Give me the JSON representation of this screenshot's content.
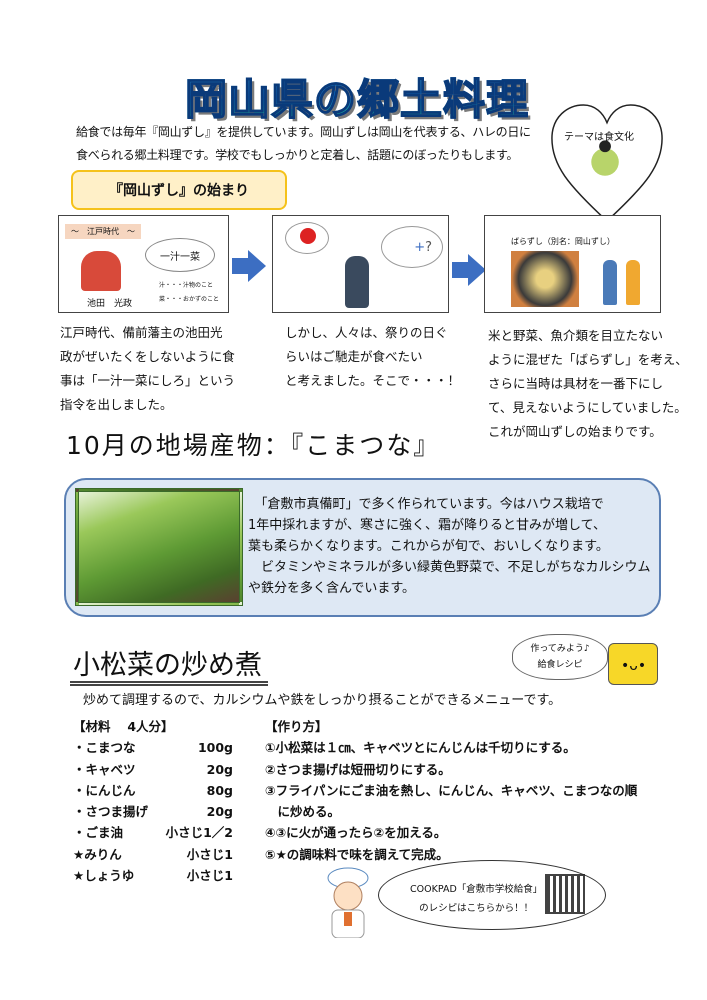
{
  "title": "岡山県の郷土料理",
  "intro": [
    "給食では毎年『岡山ずし』を提供しています。岡山ずしは岡山を代表する、ハレの日に",
    "食べられる郷土料理です。学校でもしっかりと定着し、話題にのぼったりもします。"
  ],
  "theme_badge": "テーマは食文化",
  "section1": {
    "heading": "『岡山ずし』の始まり",
    "panels": [
      {
        "era": "〜　江戸時代　〜",
        "name": "池田　光政",
        "speech": "一汁一菜",
        "notes": [
          "汁・・・汁物のこと",
          "菜・・・おかずのこと"
        ]
      },
      {
        "thought": "?"
      },
      {
        "caption": "ばらずし（別名：岡山ずし）"
      }
    ],
    "columns": [
      [
        "江戸時代、備前藩主の池田光",
        "政がぜいたくをしないように食",
        "事は「一汁一菜にしろ」という",
        "指令を出しました。"
      ],
      [
        "しかし、人々は、祭りの日ぐ",
        "らいはご馳走が食べたい",
        "と考えました。そこで・・・！"
      ],
      [
        "米と野菜、魚介類を目立たない",
        "ように混ぜた「ばらずし」を考え、",
        "さらに当時は具材を一番下にし",
        "て、見えないようにしていました。",
        "これが岡山ずしの始まりです。"
      ]
    ]
  },
  "section2": {
    "heading": "10月の地場産物：『こまつな』",
    "lines": [
      "　「倉敷市真備町」で多く作られています。今はハウス栽培で",
      "1年中採れますが、寒さに強く、霜が降りると甘みが増して、",
      "葉も柔らかくなります。これからが旬で、おいしくなります。",
      "　ビタミンやミネラルが多い緑黄色野菜で、不足しがちなカルシウム",
      "や鉄分を多く含んでいます。"
    ]
  },
  "recipe": {
    "heading": "小松菜の炒め煮",
    "bubble": [
      "作ってみよう♪",
      "給食レシピ"
    ],
    "lead": "炒めて調理するので、カルシウムや鉄をしっかり摂ることができるメニューです。",
    "ingredients_title": "【材料　 4人分】",
    "ingredients": [
      {
        "name": "・こまつな",
        "amount": "100g"
      },
      {
        "name": "・キャベツ",
        "amount": "20g"
      },
      {
        "name": "・にんじん",
        "amount": "80g"
      },
      {
        "name": "・さつま揚げ",
        "amount": "20g"
      },
      {
        "name": "・ごま油",
        "amount": "小さじ1／2"
      },
      {
        "name": "★みりん",
        "amount": "小さじ1"
      },
      {
        "name": "★しょうゆ",
        "amount": "小さじ1"
      }
    ],
    "steps_title": "【作り方】",
    "steps": [
      "①小松菜は１㎝、キャベツとにんじんは千切りにする。",
      "②さつま揚げは短冊切りにする。",
      "③フライパンにごま油を熱し、にんじん、キャベツ、こまつなの順",
      "　に炒める。",
      "④③に火が通ったら②を加える。",
      "⑤★の調味料で味を調えて完成。"
    ]
  },
  "cookpad": [
    "COOKPAD「倉敷市学校給食」",
    "のレシピはこちらから！！"
  ],
  "colors": {
    "accent_blue": "#3c6ec2",
    "yellow": "#f5c21b",
    "box_bg": "#dee8f4"
  }
}
